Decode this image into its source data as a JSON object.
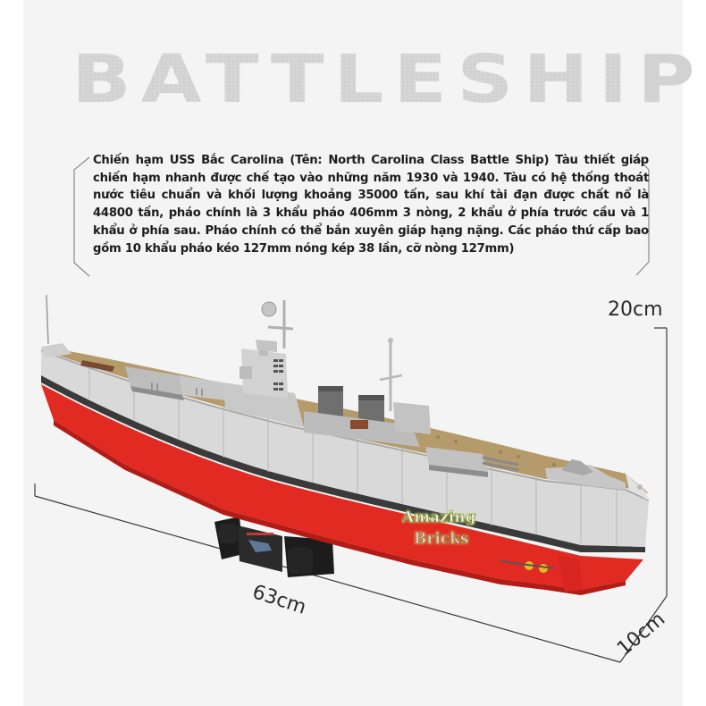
{
  "header": {
    "title": "BATTLESHIP"
  },
  "description": {
    "text": "Chiến hạm USS Bắc Carolina (Tên: North Carolina Class Battle Ship) Tàu thiết giáp chiến hạm nhanh được chế tạo vào những năm 1930 và 1940. Tàu có hệ thống thoát nước tiêu chuẩn và khối lượng khoảng 35000 tấn, sau khí tài đạn được chất nổ là 44800 tấn, pháo chính là 3 khẩu pháo 406mm 3 nòng, 2 khẩu ở phía trước cầu và 1 khẩu ở phía sau. Pháo chính có thể bắn xuyên giáp hạng nặng. Các pháo thứ cấp bao gồm 10 khẩu pháo kéo 127mm nóng kép 38 lần, cỡ nòng 127mm)"
  },
  "dimensions": {
    "height": "20cm",
    "length": "63cm",
    "width": "10cm"
  },
  "watermark": {
    "line1": "Amazing",
    "line2": "Bricks"
  },
  "colors": {
    "background": "#f4f4f4",
    "hull_red": "#e02a22",
    "hull_gray": "#d6d6d6",
    "deck_tan": "#b59a6c",
    "stand": "#1e1e1e",
    "title_gray": "#d2d2d2",
    "line": "#555555"
  }
}
